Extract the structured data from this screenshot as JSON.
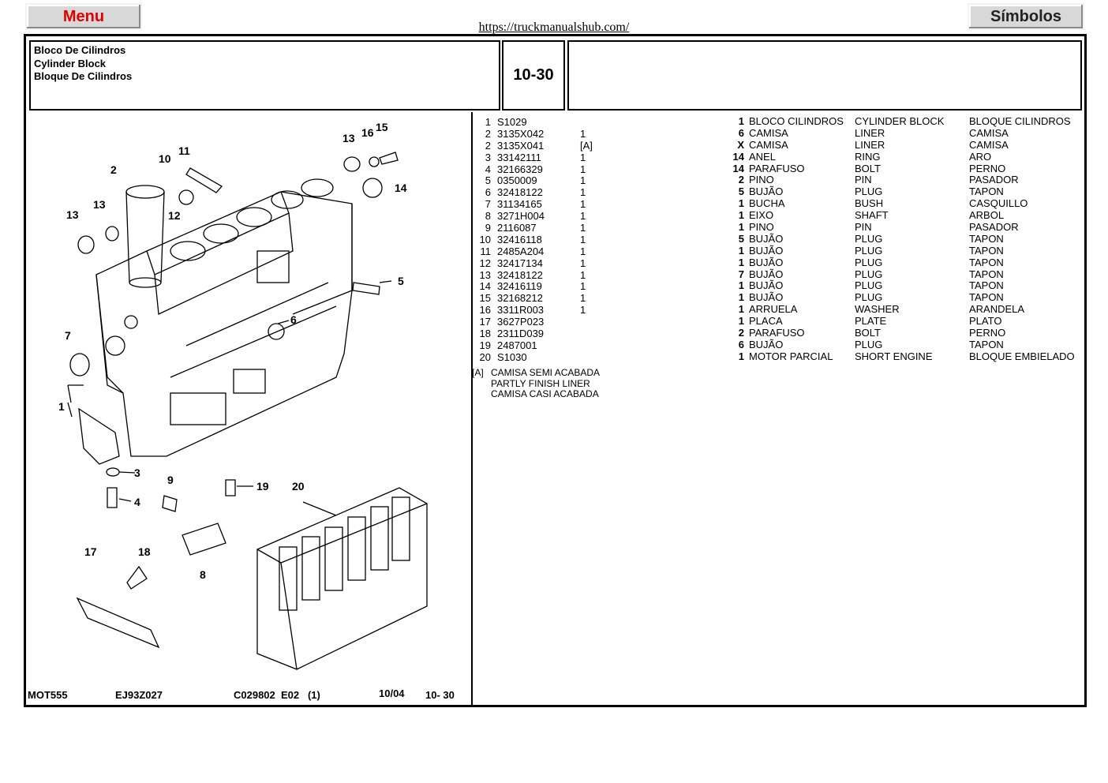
{
  "buttons": {
    "menu": "Menu",
    "symbols": "Símbolos"
  },
  "url": "https://truckmanualshub.com/",
  "header": {
    "title_pt": "Bloco De Cilindros",
    "title_en": "Cylinder Block",
    "title_es": "Bloque De Cilindros",
    "section_code": "10-30"
  },
  "footer": {
    "model": "MOT555",
    "ref": "EJ93Z027",
    "doc": "C029802  E02   (1)",
    "date": "10/04",
    "page": "10- 30"
  },
  "parts_left": [
    {
      "n": "1",
      "code": "S1029",
      "qty": ""
    },
    {
      "n": "2",
      "code": "3135X042",
      "qty": "1"
    },
    {
      "n": "2",
      "code": "3135X041",
      "qty": "[A]"
    },
    {
      "n": "3",
      "code": "33142111",
      "qty": "1"
    },
    {
      "n": "4",
      "code": "32166329",
      "qty": "1"
    },
    {
      "n": "5",
      "code": "0350009",
      "qty": "1"
    },
    {
      "n": "6",
      "code": "32418122",
      "qty": "1"
    },
    {
      "n": "7",
      "code": "31134165",
      "qty": "1"
    },
    {
      "n": "8",
      "code": "3271H004",
      "qty": "1"
    },
    {
      "n": "9",
      "code": "2116087",
      "qty": "1"
    },
    {
      "n": "10",
      "code": "32416118",
      "qty": "1"
    },
    {
      "n": "11",
      "code": "2485A204",
      "qty": "1"
    },
    {
      "n": "12",
      "code": "32417134",
      "qty": "1"
    },
    {
      "n": "13",
      "code": "32418122",
      "qty": "1"
    },
    {
      "n": "14",
      "code": "32416119",
      "qty": "1"
    },
    {
      "n": "15",
      "code": "32168212",
      "qty": "1"
    },
    {
      "n": "16",
      "code": "3311R003",
      "qty": "1"
    },
    {
      "n": "17",
      "code": "3627P023",
      "qty": ""
    },
    {
      "n": "18",
      "code": "2311D039",
      "qty": ""
    },
    {
      "n": "19",
      "code": "2487001",
      "qty": ""
    },
    {
      "n": "20",
      "code": "S1030",
      "qty": ""
    }
  ],
  "parts_right": [
    {
      "q": "1",
      "pt": "BLOCO CILINDROS",
      "en": "CYLINDER BLOCK",
      "es": "BLOQUE CILINDROS"
    },
    {
      "q": "6",
      "pt": "CAMISA",
      "en": "LINER",
      "es": "CAMISA"
    },
    {
      "q": "X",
      "pt": "CAMISA",
      "en": "LINER",
      "es": "CAMISA"
    },
    {
      "q": "14",
      "pt": "ANEL",
      "en": "RING",
      "es": "ARO"
    },
    {
      "q": "14",
      "pt": "PARAFUSO",
      "en": "BOLT",
      "es": "PERNO"
    },
    {
      "q": "2",
      "pt": "PINO",
      "en": "PIN",
      "es": "PASADOR"
    },
    {
      "q": "5",
      "pt": "BUJÃO",
      "en": "PLUG",
      "es": "TAPON"
    },
    {
      "q": "1",
      "pt": "BUCHA",
      "en": "BUSH",
      "es": "CASQUILLO"
    },
    {
      "q": "1",
      "pt": "EIXO",
      "en": "SHAFT",
      "es": "ARBOL"
    },
    {
      "q": "1",
      "pt": "PINO",
      "en": "PIN",
      "es": "PASADOR"
    },
    {
      "q": "5",
      "pt": "BUJÃO",
      "en": "PLUG",
      "es": "TAPON"
    },
    {
      "q": "1",
      "pt": "BUJÃO",
      "en": "PLUG",
      "es": "TAPON"
    },
    {
      "q": "1",
      "pt": "BUJÃO",
      "en": "PLUG",
      "es": "TAPON"
    },
    {
      "q": "7",
      "pt": "BUJÃO",
      "en": "PLUG",
      "es": "TAPON"
    },
    {
      "q": "1",
      "pt": "BUJÃO",
      "en": "PLUG",
      "es": "TAPON"
    },
    {
      "q": "1",
      "pt": "BUJÃO",
      "en": "PLUG",
      "es": "TAPON"
    },
    {
      "q": "1",
      "pt": "ARRUELA",
      "en": "WASHER",
      "es": "ARANDELA"
    },
    {
      "q": "1",
      "pt": "PLACA",
      "en": "PLATE",
      "es": "PLATO"
    },
    {
      "q": "2",
      "pt": "PARAFUSO",
      "en": "BOLT",
      "es": "PERNO"
    },
    {
      "q": "6",
      "pt": "BUJÃO",
      "en": "PLUG",
      "es": "TAPON"
    },
    {
      "q": "1",
      "pt": "MOTOR PARCIAL",
      "en": "SHORT ENGINE",
      "es": "BLOQUE EMBIELADO"
    }
  ],
  "note": {
    "tag": "[A]",
    "pt": "CAMISA SEMI ACABADA",
    "en": "PARTLY FINISH LINER",
    "es": "CAMISA CASI ACABADA"
  },
  "diagram_callouts": [
    "1",
    "2",
    "3",
    "4",
    "5",
    "6",
    "7",
    "8",
    "9",
    "10",
    "11",
    "12",
    "13",
    "13",
    "13",
    "14",
    "15",
    "16",
    "17",
    "18",
    "19",
    "20"
  ]
}
